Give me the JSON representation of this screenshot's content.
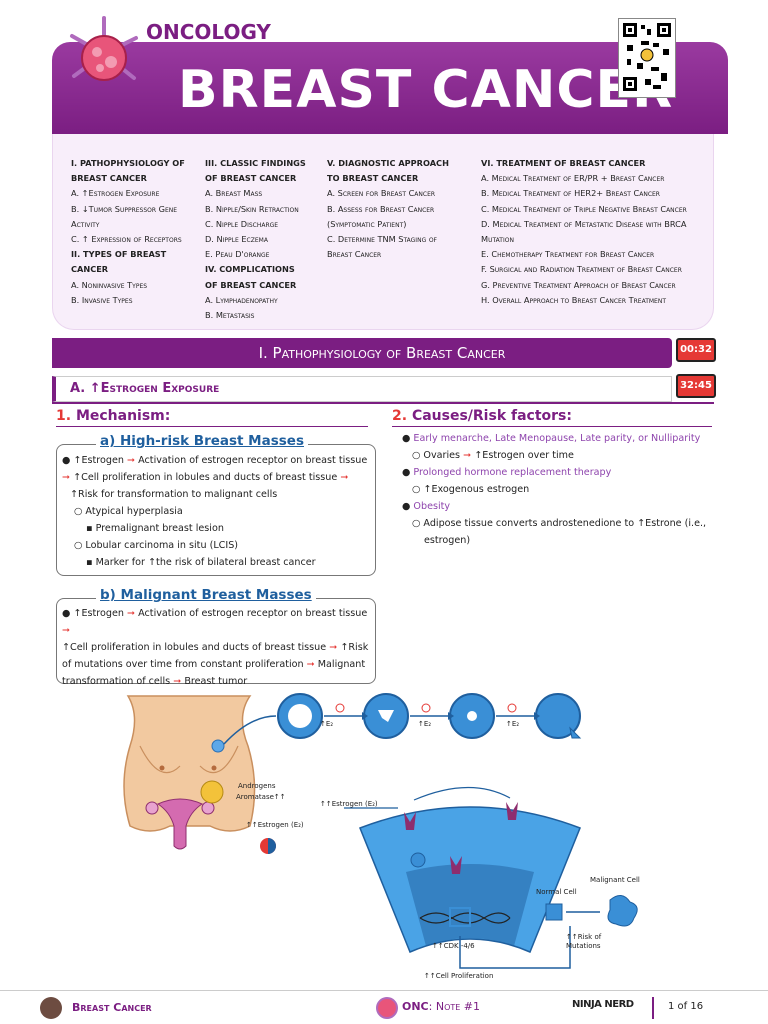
{
  "header": {
    "subject": "ONCOLOGY",
    "title": "BREAST CANCER"
  },
  "toc": {
    "col1": [
      {
        "t": "h",
        "v": "I. Pathophysiology of"
      },
      {
        "t": "h",
        "v": "Breast Cancer"
      },
      {
        "t": "i",
        "v": "A. ↑Estrogen Exposure"
      },
      {
        "t": "i",
        "v": "B. ↓Tumor Suppressor Gene"
      },
      {
        "t": "i",
        "v": "     Activity"
      },
      {
        "t": "i",
        "v": "C. ↑ Expression of Receptors"
      },
      {
        "t": "h",
        "v": "II. Types of Breast"
      },
      {
        "t": "h",
        "v": "Cancer"
      },
      {
        "t": "i",
        "v": "A. Noninvasive Types"
      },
      {
        "t": "i",
        "v": "B. Invasive Types"
      }
    ],
    "col2": [
      {
        "t": "h",
        "v": "III. Classic Findings"
      },
      {
        "t": "h",
        "v": "of Breast Cancer"
      },
      {
        "t": "i",
        "v": "A. Breast Mass"
      },
      {
        "t": "i",
        "v": "B. Nipple/Skin Retraction"
      },
      {
        "t": "i",
        "v": "C. Nipple Discharge"
      },
      {
        "t": "i",
        "v": "D. Nipple Eczema"
      },
      {
        "t": "i",
        "v": "E. Peau D'orange"
      },
      {
        "t": "h",
        "v": "IV. Complications"
      },
      {
        "t": "h",
        "v": "of Breast Cancer"
      },
      {
        "t": "i",
        "v": "A. Lymphadenopathy"
      },
      {
        "t": "i",
        "v": "B. Metastasis"
      }
    ],
    "col3": [
      {
        "t": "h",
        "v": "V. Diagnostic Approach"
      },
      {
        "t": "h",
        "v": "to Breast Cancer"
      },
      {
        "t": "i",
        "v": "A. Screen for Breast Cancer"
      },
      {
        "t": "i",
        "v": "B. Assess for Breast Cancer"
      },
      {
        "t": "i",
        "v": "    (Symptomatic Patient)"
      },
      {
        "t": "i",
        "v": "C. Determine TNM Staging of"
      },
      {
        "t": "i",
        "v": "    Breast Cancer"
      }
    ],
    "col4": [
      {
        "t": "h",
        "v": "VI. Treatment of Breast Cancer"
      },
      {
        "t": "i",
        "v": "A. Medical Treatment of ER/PR + Breast Cancer"
      },
      {
        "t": "i",
        "v": "B. Medical Treatment of HER2+ Breast Cancer"
      },
      {
        "t": "i",
        "v": "C. Medical Treatment of Triple Negative Breast Cancer"
      },
      {
        "t": "i",
        "v": "D. Medical Treatment of Metastatic Disease with BRCA"
      },
      {
        "t": "i",
        "v": "    Mutation"
      },
      {
        "t": "i",
        "v": "E. Chemotherapy Treatment for Breast Cancer"
      },
      {
        "t": "i",
        "v": "F. Surgical and Radiation Treatment of Breast Cancer"
      },
      {
        "t": "i",
        "v": "G. Preventive Treatment Approach of Breast Cancer"
      },
      {
        "t": "i",
        "v": "H. Overall Approach to Breast Cancer Treatment"
      }
    ]
  },
  "section_title": "I. Pathophysiology of Breast Cancer",
  "timer1": "00:32",
  "subsection_title": "A. ↑Estrogen Exposure",
  "timer2": "32:45",
  "mechanism": {
    "num": "1.",
    "label": "Mechanism:"
  },
  "causes": {
    "num": "2.",
    "label": "Causes/Risk factors:"
  },
  "box_a": {
    "title": "a) High-risk Breast Masses",
    "l1": "↑Estrogen",
    "l1b": "Activation of estrogen receptor on breast tissue",
    "l2": "↑Cell proliferation in lobules and ducts of breast tissue",
    "l3": "↑Risk for transformation to malignant cells",
    "s1": "Atypical hyperplasia",
    "s1a": "Premalignant breast lesion",
    "s2": "Lobular carcinoma in situ (LCIS)",
    "s2a": "Marker for ↑the risk of bilateral breast cancer"
  },
  "box_b": {
    "title": "b) Malignant Breast Masses",
    "l1": "↑Estrogen",
    "l1b": "Activation of estrogen receptor on breast tissue",
    "l2": "↑Cell proliferation in lobules and ducts of breast tissue",
    "l2b": "↑Risk",
    "l3": "of mutations over time from constant proliferation",
    "l3b": "Malignant",
    "l4": "transformation of cells",
    "l4b": "Breast tumor"
  },
  "risk": {
    "r1": "Early menarche, Late Menopause, Late parity, or Nulliparity",
    "r1a": "Ovaries",
    "r1b": "↑Estrogen over time",
    "r2": "Prolonged hormone replacement therapy",
    "r2a": "↑Exogenous estrogen",
    "r3": "Obesity",
    "r3a": "Adipose tissue converts androstenedione to ↑Estrone (i.e.,",
    "r3b": "estrogen)"
  },
  "diagram": {
    "e1": "↑E₂",
    "e2": "↑E₂",
    "e3": "↑E₂",
    "androgens": "Androgens",
    "aromatase": "Aromatase↑↑",
    "estrogen_top": "↑↑Estrogen (E₂)",
    "estrogen_low": "↑↑Estrogen (E₂)",
    "cdk": "↑↑CDK -4/6",
    "prolif": "↑↑Cell Proliferation",
    "normal": "Normal Cell",
    "malignant": "Malignant Cell",
    "risk1": "↑↑Risk of",
    "risk2": "Mutations"
  },
  "footer": {
    "title": "Breast Cancer",
    "note_prefix": "ONC",
    "note": ": Note #1",
    "brand": "NINJA NERD",
    "page": "1 of 16"
  },
  "colors": {
    "purple": "#7b1e82",
    "red": "#e53935",
    "blue": "#1f5f9e",
    "cell": "#3a8fd6"
  }
}
